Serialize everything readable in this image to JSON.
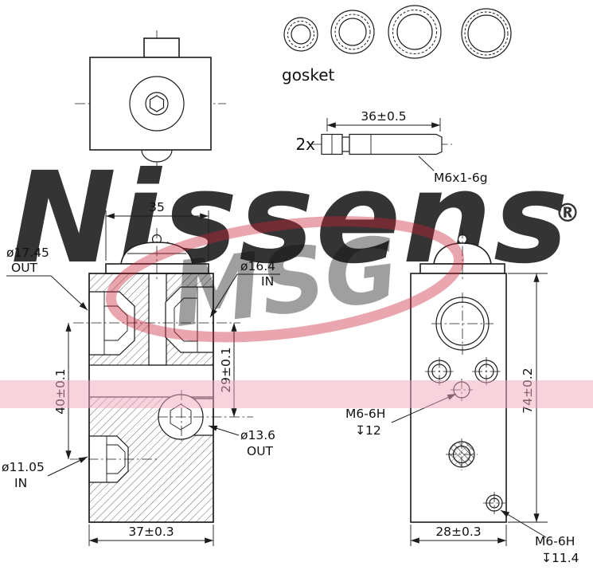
{
  "watermarks": {
    "brand": "Nissens",
    "registered": "®",
    "msg": "MSG"
  },
  "colors": {
    "line": "#1c1c1c",
    "watermark_gray": "#c7cdd9",
    "watermark_pink": "#f0a7be",
    "watermark_red": "#cc2236"
  },
  "gaskets": {
    "label": "gosket"
  },
  "stud": {
    "quantity": "2x",
    "length_dim": "36±0.5",
    "thread_spec": "M6x1-6g"
  },
  "front_view": {
    "dim_flange_width": "35",
    "port_top_left_dia": "ø17.45",
    "port_top_left_flow": "OUT",
    "port_top_right_dia": "ø16.4",
    "port_top_right_flow": "IN",
    "dim_port_spacing_left": "40±0.1",
    "dim_port_spacing_right": "29±0.1",
    "port_bottom_right_dia": "ø13.6",
    "port_bottom_right_flow": "OUT",
    "port_bottom_left_dia": "ø11.05",
    "port_bottom_left_flow": "IN",
    "dim_body_width": "37±0.3"
  },
  "side_view": {
    "dim_body_height": "74±0.2",
    "dim_body_width": "28±0.3",
    "thread_center_spec": "M6-6H",
    "thread_center_depth": "↧12",
    "thread_corner_spec": "M6-6H",
    "thread_corner_depth": "↧11.4"
  }
}
